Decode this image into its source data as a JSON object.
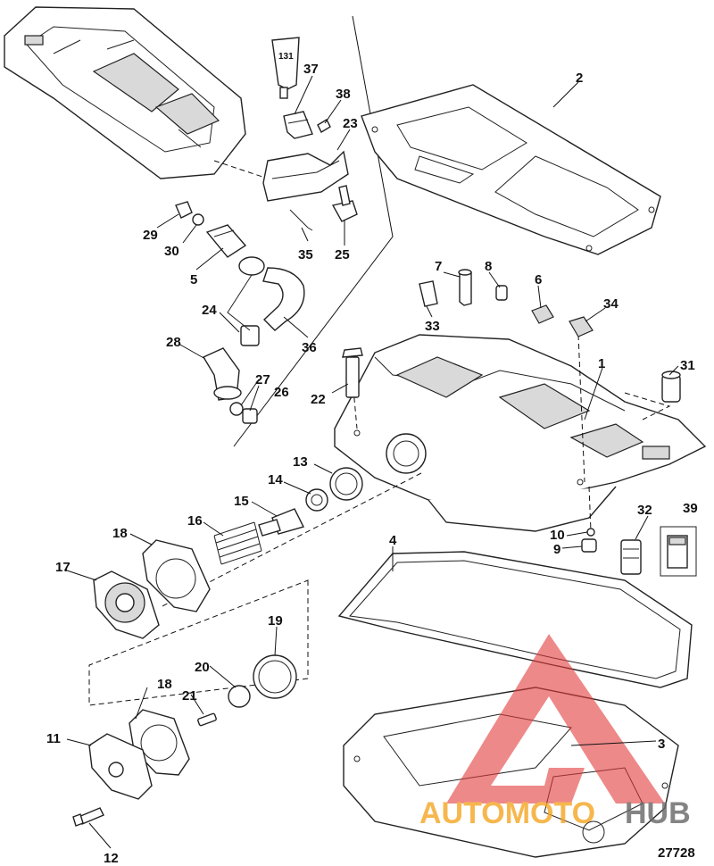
{
  "figure": {
    "number": "27728"
  },
  "tube_label": "131",
  "watermark": {
    "word1": "AUTOMOTO",
    "word2": "HUB",
    "color_orange": "#f5a623",
    "color_red": "#e33b3b",
    "color_gray": "#666666"
  },
  "callouts": [
    "1",
    "2",
    "3",
    "4",
    "5",
    "6",
    "7",
    "8",
    "9",
    "10",
    "11",
    "12",
    "13",
    "14",
    "15",
    "16",
    "17",
    "18",
    "19",
    "20",
    "21",
    "22",
    "23",
    "24",
    "25",
    "26",
    "27",
    "28",
    "29",
    "30",
    "31",
    "32",
    "33",
    "34",
    "35",
    "36",
    "37",
    "38",
    "39"
  ],
  "callout_18_repeat": "18"
}
